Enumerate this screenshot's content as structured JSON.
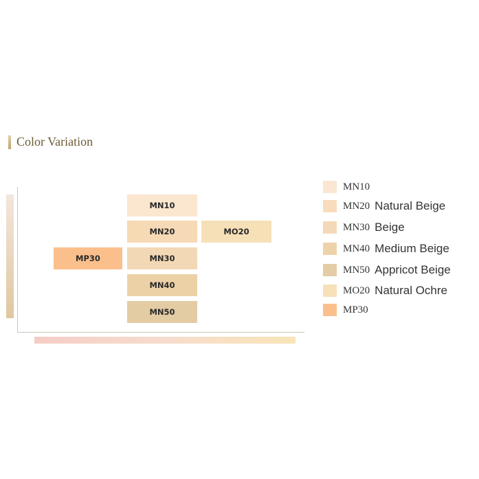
{
  "title": "Color Variation",
  "swatches": [
    {
      "code": "MN10",
      "color": "#fbe6cf"
    },
    {
      "code": "MN20",
      "color": "#f6d9b5"
    },
    {
      "code": "MO20",
      "color": "#f6e0b7"
    },
    {
      "code": "MP30",
      "color": "#fbbf8c"
    },
    {
      "code": "MN30",
      "color": "#f3d8b5"
    },
    {
      "code": "MN40",
      "color": "#ecd1a7"
    },
    {
      "code": "MN50",
      "color": "#e3cba4"
    }
  ],
  "legend": [
    {
      "code": "MN10",
      "name": "",
      "color": "#fbe6d3"
    },
    {
      "code": "MN20",
      "name": "Natural Beige",
      "color": "#f8dcbc"
    },
    {
      "code": "MN30",
      "name": "Beige",
      "color": "#f4d9b8"
    },
    {
      "code": "MN40",
      "name": "Medium Beige",
      "color": "#eed2aa"
    },
    {
      "code": "MN50",
      "name": "Appricot Beige",
      "color": "#e4cca6"
    },
    {
      "code": "MO20",
      "name": "Natural Ochre",
      "color": "#f7e1b8"
    },
    {
      "code": "MP30",
      "name": "",
      "color": "#fbbf8c"
    }
  ]
}
